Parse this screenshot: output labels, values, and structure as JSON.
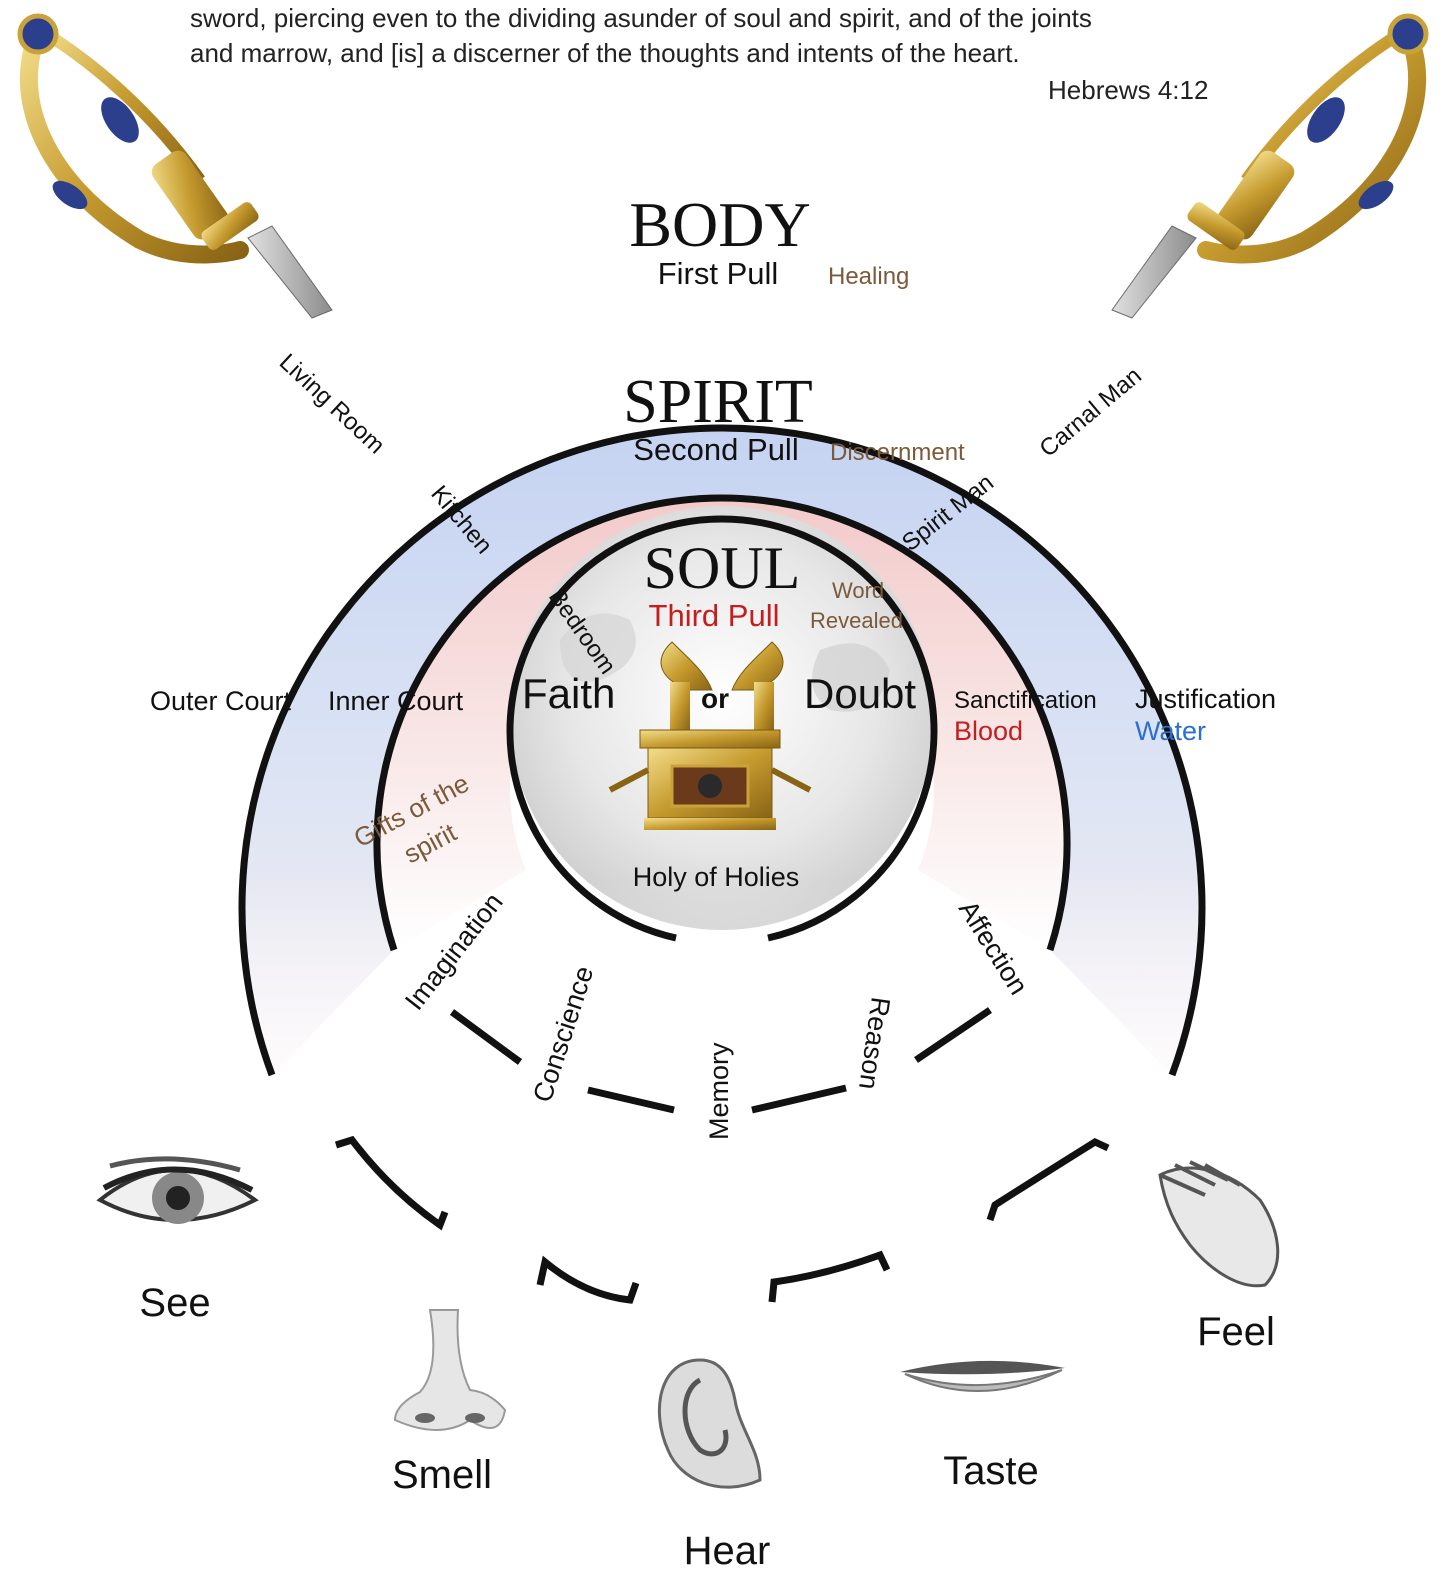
{
  "quote": {
    "line1": "sword, piercing even to the dividing asunder of soul and spirit, and of the joints",
    "line2": "and marrow, and [is] a discerner of the thoughts and intents of the heart.",
    "reference": "Hebrews 4:12"
  },
  "body": {
    "title": "BODY",
    "pull": "First Pull",
    "gift": "Healing",
    "left_room": "Living Room",
    "right_label": "Carnal Man",
    "court": "Outer Court",
    "justification": "Justification",
    "element": "Water"
  },
  "spirit": {
    "title": "SPIRIT",
    "pull": "Second Pull",
    "gift": "Discernment",
    "left_room": "Kitchen",
    "right_label": "Spirit Man",
    "court": "Inner Court",
    "sanctification": "Sanctification",
    "element": "Blood",
    "gifts_line1": "Gifts of the",
    "gifts_line2": "spirit"
  },
  "soul": {
    "title": "SOUL",
    "pull": "Third Pull",
    "word_line1": "Word",
    "word_line2": "Revealed",
    "room": "Bedroom",
    "faith": "Faith",
    "or": "or",
    "doubt": "Doubt",
    "holy": "Holy of Holies"
  },
  "faculties": [
    "Imagination",
    "Conscience",
    "Memory",
    "Reason",
    "Affection"
  ],
  "senses": [
    "See",
    "Smell",
    "Hear",
    "Taste",
    "Feel"
  ],
  "colors": {
    "body_band": "#c9d6f3",
    "spirit_band": "#f4cfcf",
    "outline": "#111111",
    "gold": "#c9a23a",
    "brown_text": "#7a5a3a",
    "red_text": "#c41e1e",
    "blue_text": "#2a6fd1"
  }
}
